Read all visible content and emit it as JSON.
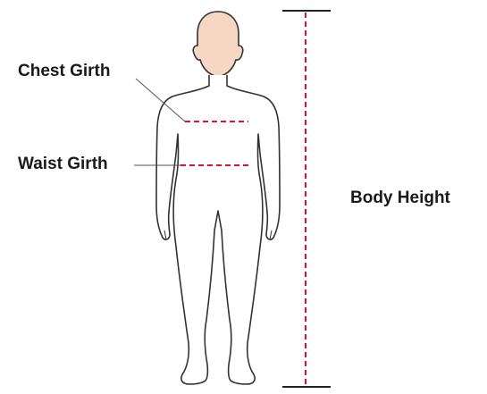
{
  "labels": {
    "chest_girth": "Chest Girth",
    "waist_girth": "Waist Girth",
    "body_height": "Body Height"
  },
  "colors": {
    "skin": "#f6d7c4",
    "outline": "#333333",
    "measure_dashed": "#e0102a",
    "leader_line": "#555555",
    "height_bar": "#222222"
  }
}
